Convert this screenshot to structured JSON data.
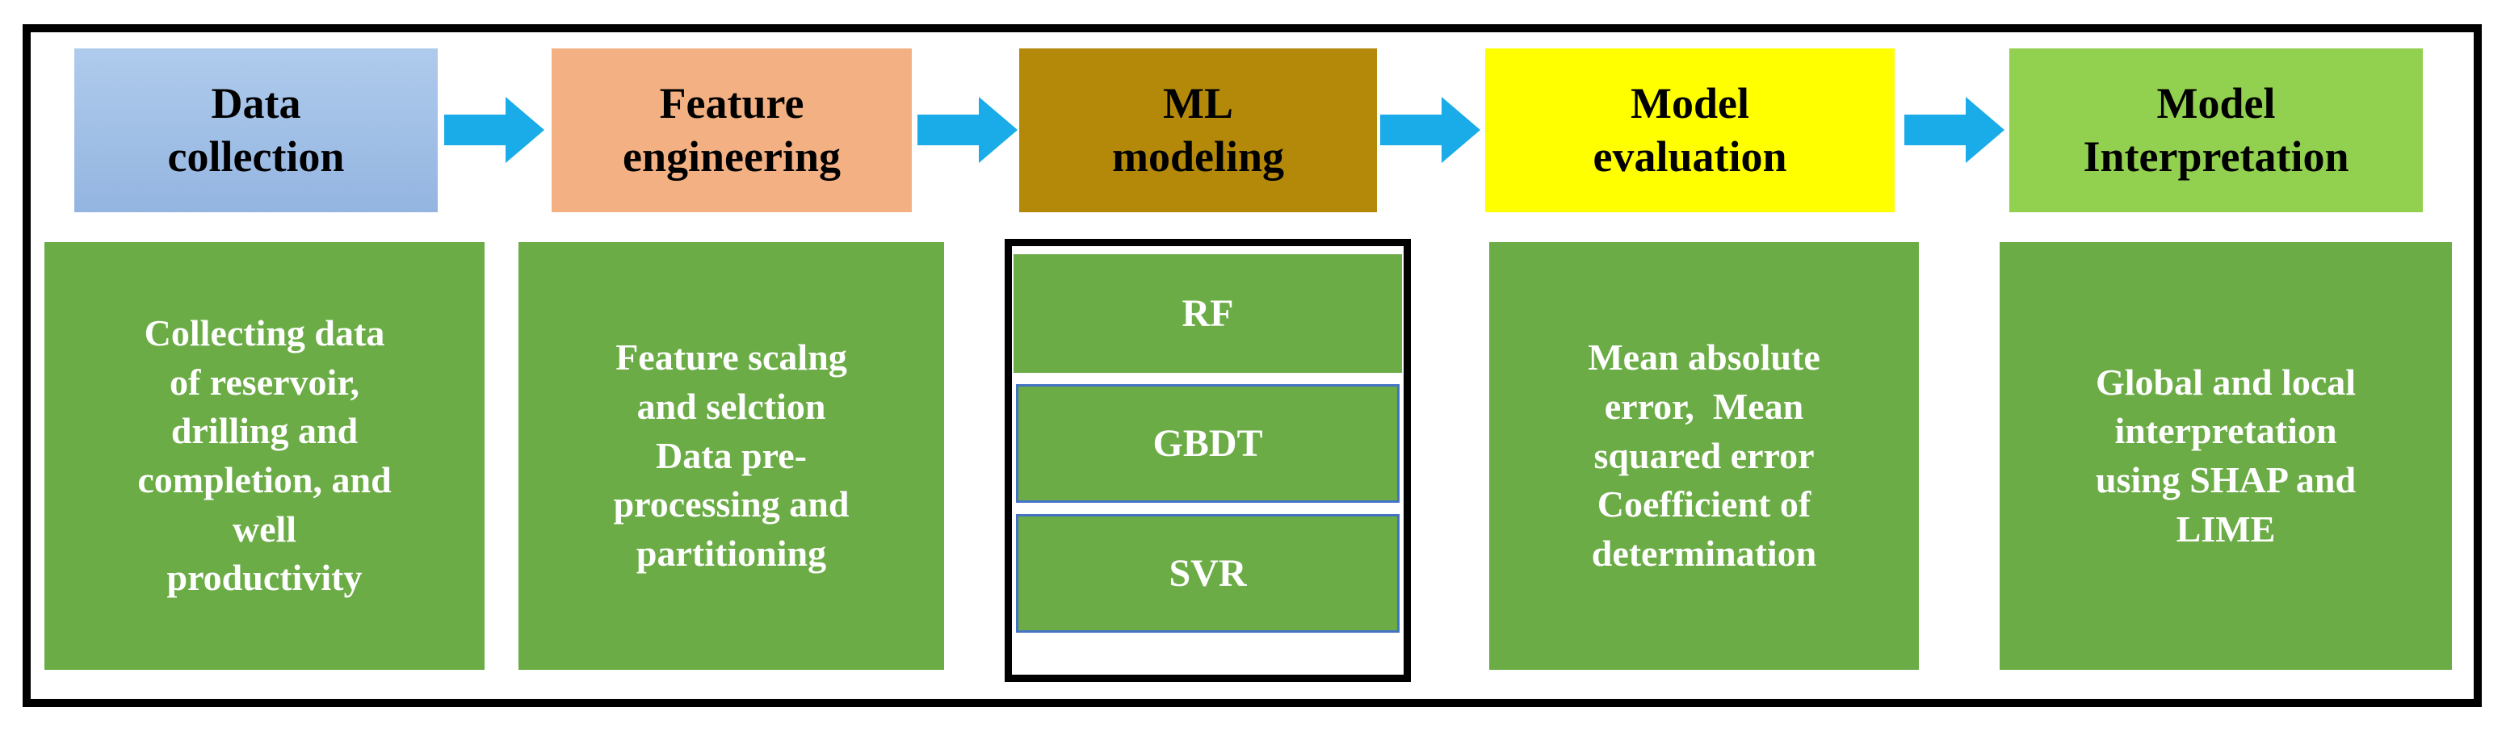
{
  "figure": {
    "colors": {
      "arrow": "#1AACE8",
      "frame_border": "#000000",
      "models_container_border": "#000000",
      "model_box_border": "#4472C4",
      "header_text": "#000000",
      "body_text": "#FFFFFF",
      "body_bg": "#6CAC47"
    },
    "stages": [
      {
        "id": "data-collection",
        "title": "Data\ncollection",
        "header_bg_top": "#AFCBEC",
        "header_bg_bottom": "#94B5E1",
        "detail": "Collecting data\nof reservoir,\ndrilling and\ncompletion, and\nwell\nproductivity"
      },
      {
        "id": "feature-engineering",
        "title": "Feature\nengineering",
        "header_bg": "#F3B183",
        "detail": "Feature scalng\nand selction\nData pre-\nprocessing and\npartitioning"
      },
      {
        "id": "ml-modeling",
        "title": "ML\nmodeling",
        "header_bg": "#B4890A",
        "models": [
          "RF",
          "GBDT",
          "SVR"
        ]
      },
      {
        "id": "model-evaluation",
        "title": "Model\nevaluation",
        "header_bg": "#FFFF00",
        "detail": "Mean absolute\nerror,  Mean\nsquared error\nCoefficient of\ndetermination"
      },
      {
        "id": "model-interpretation",
        "title": "Model\nInterpretation",
        "header_bg": "#92D050",
        "detail": "Global and local\ninterpretation\nusing SHAP and\nLIME"
      }
    ]
  }
}
